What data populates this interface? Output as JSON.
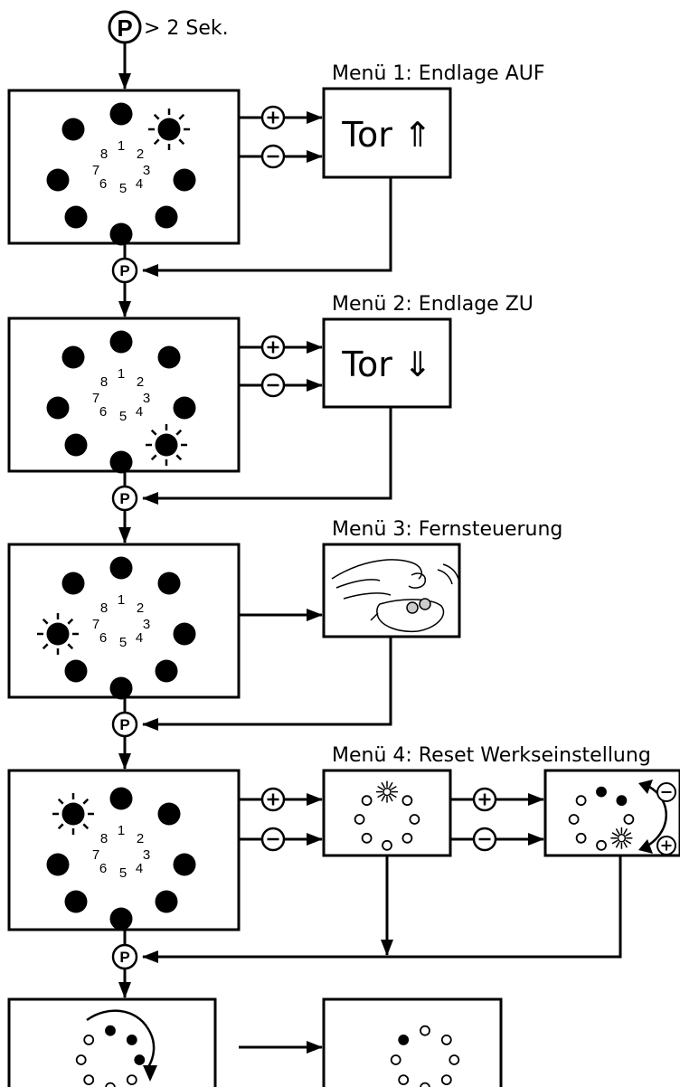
{
  "start": {
    "button": "P",
    "text": "> 2 Sek."
  },
  "p_button": "P",
  "plus": "+",
  "minus": "−",
  "led_numbers": [
    "1",
    "2",
    "3",
    "4",
    "5",
    "6",
    "7",
    "8"
  ],
  "menus": [
    {
      "title": "Menü 1: Endlage AUF",
      "result": "Tor ⇑",
      "active_led": 2
    },
    {
      "title": "Menü 2: Endlage ZU",
      "result": "Tor ⇓",
      "active_led": 4
    },
    {
      "title": "Menü 3: Fernsteuerung",
      "result_icon": "remote-control-hand-icon",
      "active_led": 7
    },
    {
      "title": "Menü 4: Reset Werkseinstellung",
      "active_led": 8
    }
  ],
  "icons": {
    "led": "led-off-icon",
    "led_active": "led-blinking-icon",
    "arrow": "arrow-right-icon"
  },
  "colors": {
    "line": "#000000",
    "background": "#ffffff"
  }
}
